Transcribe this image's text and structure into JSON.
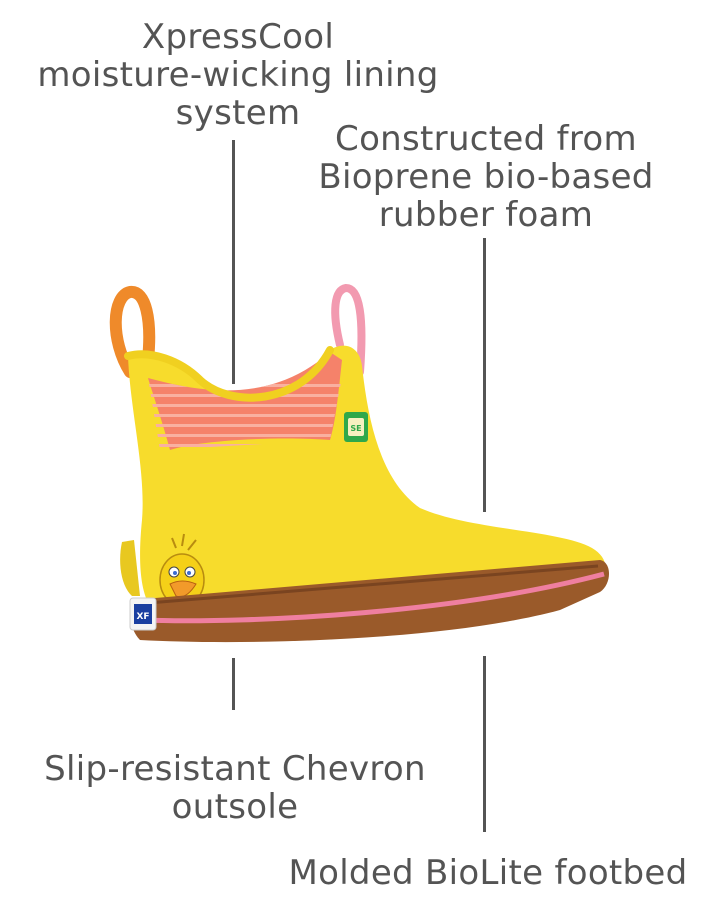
{
  "callouts": {
    "lining": {
      "lines": [
        "XpressCool",
        "moisture-wicking lining",
        "system"
      ]
    },
    "foam": {
      "lines": [
        "Constructed from",
        "Bioprene bio-based",
        "rubber foam"
      ]
    },
    "outsole": {
      "lines": [
        "Slip-resistant Chevron",
        "outsole"
      ]
    },
    "footbed": {
      "lines": [
        "Molded BioLite footbed"
      ]
    }
  },
  "boot": {
    "body_color": "#f7dc2c",
    "lining_color": "#f5826a",
    "lining_stripe_color": "#f9b0a0",
    "left_pull_tab_color": "#ef8a2a",
    "right_pull_tab_color": "#f29ab0",
    "sole_color": "#9a5a2a",
    "sole_stripe_color": "#ef7fa0",
    "heel_badge_color": "#1a3fa0",
    "side_tag_color": "#2fa84a",
    "side_tag_icon": "sesame-street-tag-icon",
    "heel_badge_icon": "brand-heel-badge-icon",
    "character_icon": "big-bird-character-icon"
  }
}
